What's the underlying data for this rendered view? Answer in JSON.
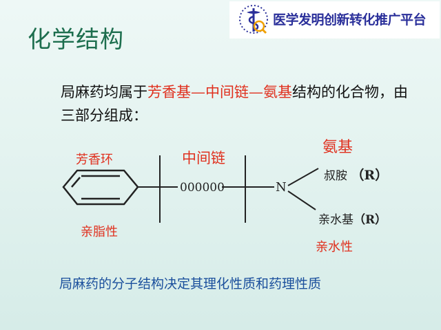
{
  "header": {
    "logo_text": "医学发明创新转化推广平台"
  },
  "slide": {
    "title": "化学结构",
    "intro": {
      "part1": "局麻药均属于",
      "aromatic": "芳香基",
      "dash1": "—",
      "chain": "中间链",
      "dash2": "—",
      "amino": "氨基",
      "part2": "结构的化合物，由三部分组成："
    }
  },
  "diagram": {
    "aromatic_ring_label": "芳香环",
    "lipophilic_label": "亲脂性",
    "middle_chain_label": "中间链",
    "chain_placeholder": "000000",
    "nitrogen": "N",
    "amino_label": "氨基",
    "tertiary_amine_text": "叔胺",
    "tertiary_amine_r": "（R）",
    "hydrophilic_group_text": "亲水基",
    "hydrophilic_group_r": "（R）",
    "hydrophilic_label": "亲水性"
  },
  "conclusion": "局麻药的分子结构决定其理化性质和药理性质",
  "colors": {
    "title": "#1d6e4e",
    "accent_red": "#e0301e",
    "conclusion_blue": "#1a4f9c",
    "logo_blue": "#2a2f9a"
  }
}
